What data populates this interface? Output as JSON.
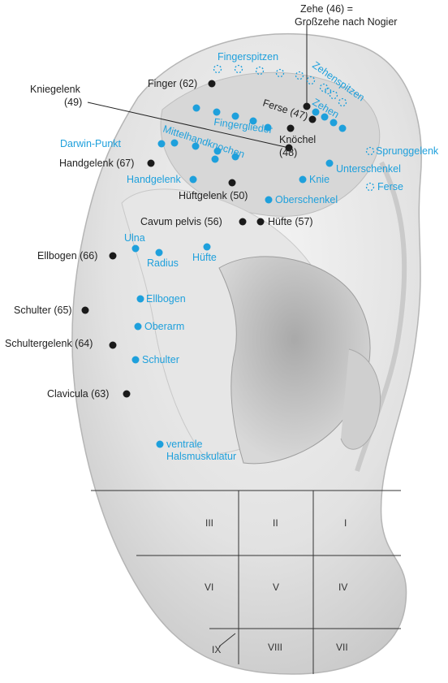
{
  "colors": {
    "black_point": "#1a1a1a",
    "blue_point": "#1ea0dc",
    "ear_light": "#ececec",
    "ear_mid": "#cfcfcf",
    "ear_dark": "#8a8a8a",
    "grid_line": "#333333"
  },
  "header_note": {
    "line1": "Zehe (46) =",
    "line2": "Großzehe nach Nogier"
  },
  "points_black": [
    {
      "label": "Finger (62)"
    },
    {
      "label": "Kniegelenk"
    },
    {
      "label": "(49)"
    },
    {
      "label": "Ferse (47)"
    },
    {
      "label": "Knöchel"
    },
    {
      "label": "(48)"
    },
    {
      "label": "Handgelenk (67)"
    },
    {
      "label": "Hüftgelenk (50)"
    },
    {
      "label": "Cavum pelvis (56)"
    },
    {
      "label": "Hüfte (57)"
    },
    {
      "label": "Ellbogen (66)"
    },
    {
      "label": "Schulter (65)"
    },
    {
      "label": "Schultergelenk (64)"
    },
    {
      "label": "Clavicula (63)"
    }
  ],
  "points_blue": [
    {
      "label": "Fingerspitzen"
    },
    {
      "label": "Zehenspitzen"
    },
    {
      "label": "Zehen"
    },
    {
      "label": "Fingerglieder"
    },
    {
      "label": "Darwin-Punkt"
    },
    {
      "label": "Mittelhandknochen"
    },
    {
      "label": "Sprunggelenk"
    },
    {
      "label": "Unterschenkel"
    },
    {
      "label": "Handgelenk"
    },
    {
      "label": "Knie"
    },
    {
      "label": "Ferse"
    },
    {
      "label": "Oberschenkel"
    },
    {
      "label": "Ulna"
    },
    {
      "label": "Radius"
    },
    {
      "label": "Hüfte"
    },
    {
      "label": "Ellbogen"
    },
    {
      "label": "Oberarm"
    },
    {
      "label": "Schulter"
    },
    {
      "label": "ventrale"
    },
    {
      "label": "Halsmuskulatur"
    }
  ],
  "lobule_zones": [
    "I",
    "II",
    "III",
    "IV",
    "V",
    "VI",
    "VII",
    "VIII",
    "IX"
  ]
}
